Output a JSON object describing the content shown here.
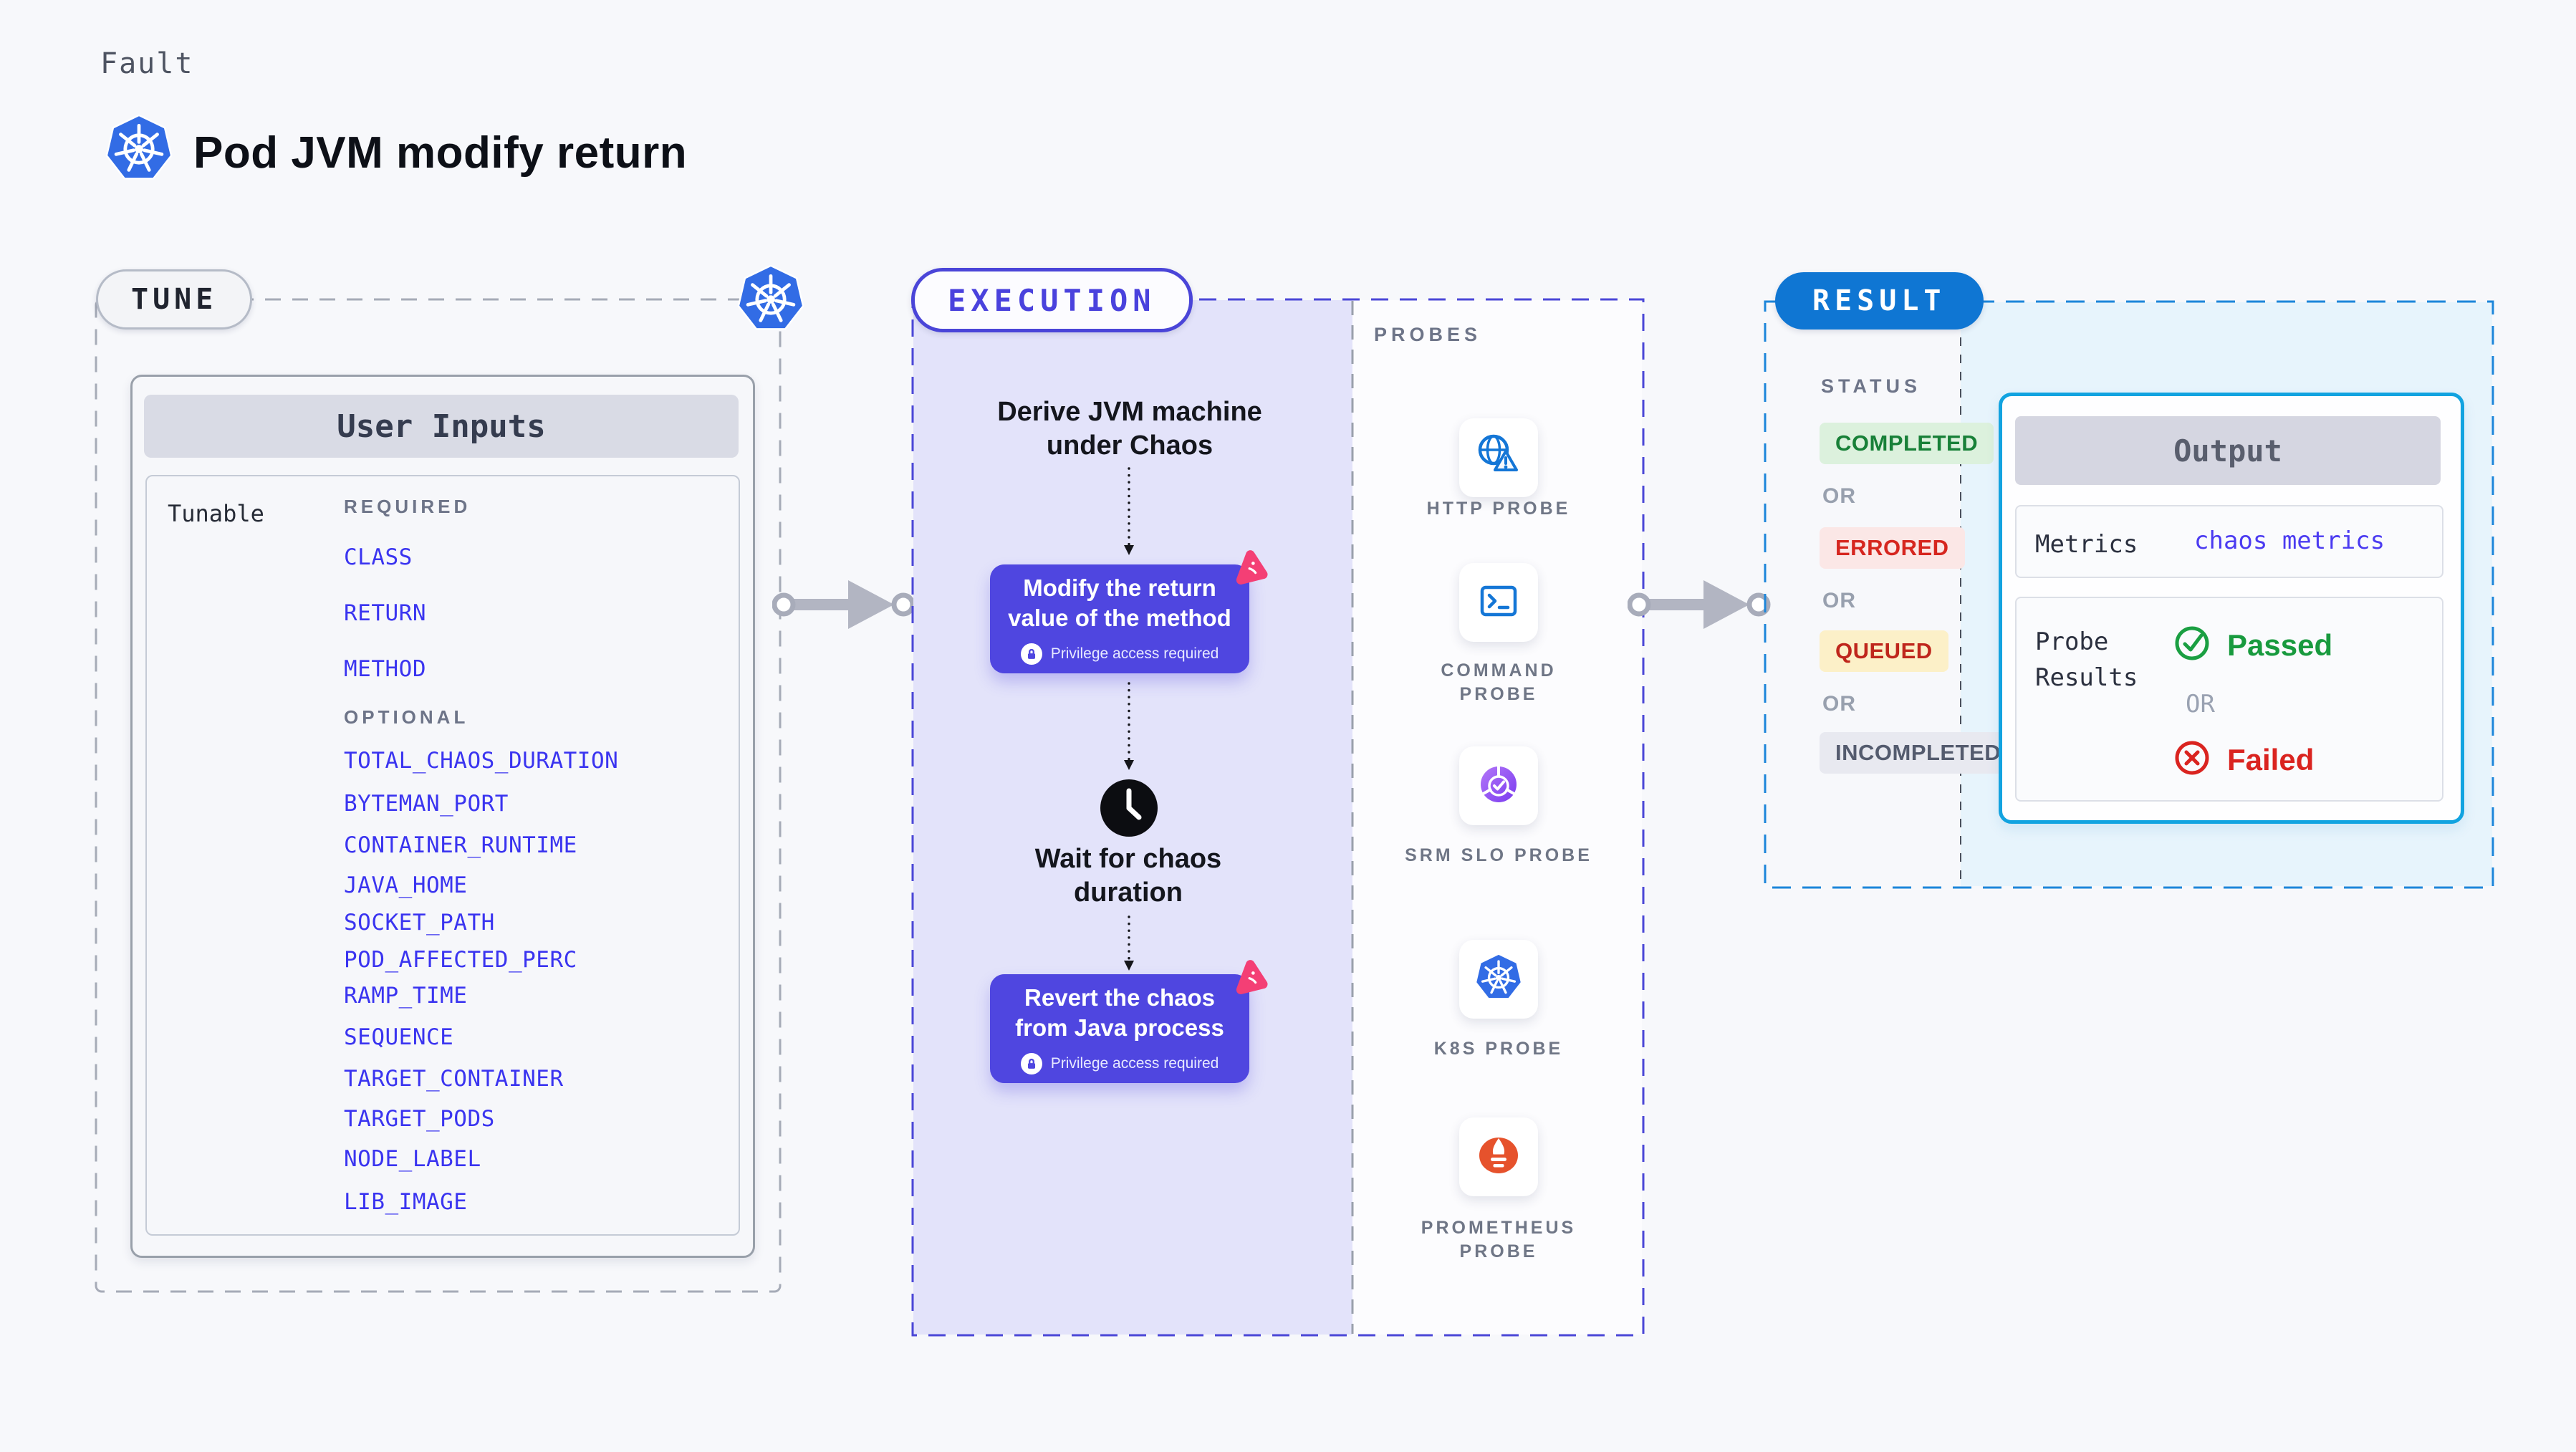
{
  "header": {
    "eyebrow": "Fault",
    "title": "Pod JVM modify return"
  },
  "tune": {
    "label": "TUNE",
    "card_title": "User Inputs",
    "row_label": "Tunable",
    "required_label": "REQUIRED",
    "optional_label": "OPTIONAL",
    "required_params": [
      "CLASS",
      "RETURN",
      "METHOD"
    ],
    "optional_params": [
      "TOTAL_CHAOS_DURATION",
      "BYTEMAN_PORT",
      "CONTAINER_RUNTIME",
      "JAVA_HOME",
      "SOCKET_PATH",
      "POD_AFFECTED_PERC",
      "RAMP_TIME",
      "SEQUENCE",
      "TARGET_CONTAINER",
      "TARGET_PODS",
      "NODE_LABEL",
      "LIB_IMAGE"
    ]
  },
  "execution": {
    "label": "EXECUTION",
    "derive_line1": "Derive JVM machine",
    "derive_line2": "under Chaos",
    "modify_line1": "Modify the return",
    "modify_line2": "value of the method",
    "wait_line1": "Wait for chaos",
    "wait_line2": "duration",
    "revert_line1": "Revert the chaos",
    "revert_line2": "from Java process",
    "privilege_note": "Privilege access required"
  },
  "probes": {
    "label": "PROBES",
    "items": [
      {
        "name": "HTTP PROBE",
        "icon": "http-probe-icon"
      },
      {
        "name": "COMMAND PROBE",
        "icon": "command-probe-icon"
      },
      {
        "name": "SRM SLO PROBE",
        "icon": "srm-slo-probe-icon"
      },
      {
        "name": "K8S PROBE",
        "icon": "k8s-probe-icon"
      },
      {
        "name": "PROMETHEUS PROBE",
        "icon": "prometheus-probe-icon"
      }
    ]
  },
  "result": {
    "label": "RESULT",
    "status_label": "STATUS",
    "or_label": "OR",
    "statuses": [
      {
        "label": "COMPLETED",
        "text_color": "#188038",
        "bg_color": "#dcf1dd"
      },
      {
        "label": "ERRORED",
        "text_color": "#d6261f",
        "bg_color": "#fbe7e6"
      },
      {
        "label": "QUEUED",
        "text_color": "#bf261c",
        "bg_color": "#fcf0c8"
      },
      {
        "label": "INCOMPLETED",
        "text_color": "#545b6e",
        "bg_color": "#e8e9f0"
      }
    ],
    "output": {
      "title": "Output",
      "metrics_label": "Metrics",
      "metrics_value": "chaos metrics",
      "probe_results_label": "Probe Results",
      "passed_label": "Passed",
      "or_label": "OR",
      "failed_label": "Failed"
    }
  },
  "colors": {
    "kubernetes_blue": "#326ce5",
    "accent_indigo": "#4f46e0",
    "execution_bg": "#e3e3fa",
    "result_blue": "#0f76d3",
    "output_border_cyan": "#12a3e0",
    "result_bg_cyan": "#e7f4fc",
    "probe_icon_blue": "#1476d6",
    "prometheus_orange": "#e6522c",
    "litmus_pink": "#f43f75",
    "passed_green": "#189a3e",
    "failed_red": "#da2420"
  }
}
